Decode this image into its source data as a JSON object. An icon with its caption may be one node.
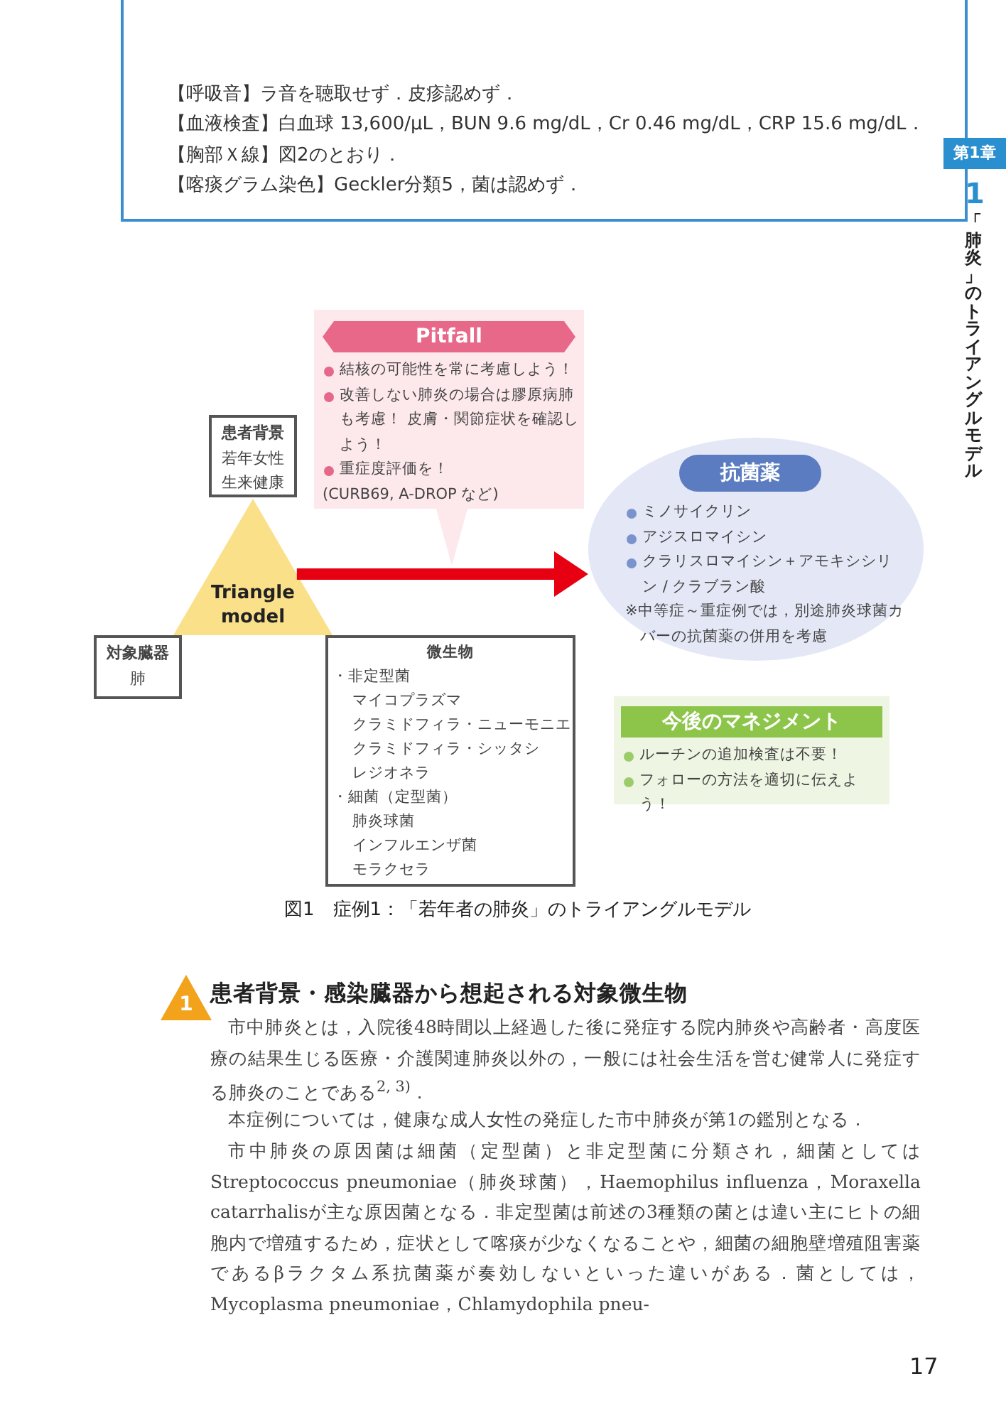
{
  "diagram": {
    "caption": "図1　症例1：「若年者の肺炎」のトライアングルモデル",
    "nodes": [
      {
        "text": [
          "Triangle model"
        ]
      },
      {
        "text": [
          "患者背景",
          "若年女性",
          "生来健康"
        ]
      },
      {
        "text": [
          "対象臓器",
          "肺"
        ]
      },
      {
        "text": [
          "微生物",
          "・非定型菌",
          "マイコプラズマ",
          "クラミドフィラ・ニューモニエ",
          "クラミドフィラ・シッタシ",
          "レジオネラ",
          "・細菌（定型菌）",
          "肺炎球菌",
          "インフルエンザ菌",
          "モラクセラ"
        ]
      },
      {
        "text": [
          "Pitfall",
          "結核の可能性を常に考慮しよう！",
          "改善しない肺炎の場合は膠原病肺も考慮！ 皮膚・関節症状を確認しよう！",
          "重症度評価を！",
          "(CURB69, A-DROP など)"
        ]
      },
      {
        "text": [
          "抗菌薬",
          "ミノサイクリン",
          "アジスロマイシン",
          "クラリスロマイシン＋アモキシシリン / クラブラン酸",
          "※中等症～重症例では，別途肺炎球菌カバーの抗菌薬の併用を考慮"
        ]
      },
      {
        "text": [
          "今後のマネジメント",
          "ルーチンの追加検査は不要！",
          "フォローの方法を適切に伝えよう！"
        ]
      }
    ],
    "edges": [
      {
        "from": 0,
        "to": 5,
        "arrow": "to",
        "color": "#e60012"
      }
    ],
    "labels": [
      "【呼吸音】ラ音を聴取せず．皮疹認めず．",
      "【血液検査】白血球 13,600/μL，BUN 9.6 mg/dL，Cr 0.46 mg/dL，CRP 15.6 mg/dL．",
      "【胸部Ｘ線】図2のとおり．",
      "【喀痰グラム染色】Geckler分類5，菌は認めず．",
      "第1章",
      "1",
      "「肺炎」のトライアングルモデル",
      "1",
      "患者背景・感染臓器から想起される対象微生物",
      "市中肺炎とは，入院後48時間以上経過した後に発症する院内肺炎や高齢者・高度医療の結果生じる医療・介護関連肺炎以外の，一般には社会生活を営む健常人に発症する肺炎のことである$^{2, 3)}$．",
      "本症例については，健康な成人女性の発症した市中肺炎が第1の鑑別となる．",
      "市中肺炎の原因菌は細菌（定型菌）と非定型菌に分類され，細菌としてはStreptococcus pneumoniae（肺炎球菌），Haemophilus influenza，Moraxella catarrhalisが主な原因菌となる．非定型菌は前述の3種類の菌とは違い主にヒトの細胞内で増殖するため，症状として喀痰が少なくなることや，細菌の細胞壁増殖阻害薬であるβラクタム系抗菌薬が奏効しないといった違いがある．菌としては，Mycoplasma pneumoniae，Chlamydophila pneu-",
      "17"
    ]
  }
}
